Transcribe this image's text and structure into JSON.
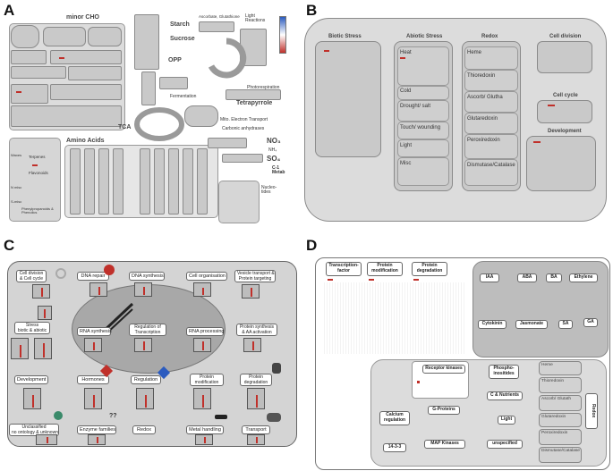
{
  "panels": {
    "a": "A",
    "b": "B",
    "c": "C",
    "d": "D"
  },
  "panel_a": {
    "labels": {
      "minor_cho": "minor CHO",
      "starch": "Starch",
      "sucrose": "Sucrose",
      "ascorbate": "Ascorbate, Glutathione",
      "light_reactions": "Light\nReactions",
      "opp": "OPP",
      "photorespiration": "Photorespiration",
      "fermentation": "Fermentation",
      "tetrapyrrole": "Tetrapyrrole",
      "tca": "TCA",
      "mito": "Mito. Electron Transport",
      "carbonic": "Carbonic anhydrases",
      "amino_acids": "Amino Acids",
      "no3": "NO₃",
      "nh4": "NH₄",
      "so4": "SO₄",
      "c1": "C-1\nMetab",
      "nucleotides": "Nucleo-\ntides",
      "waxes": "Waxes",
      "terpenes": "Terpenes",
      "flavonoids": "Flavonoids",
      "n_misc": "N misc",
      "s_misc": "S-misc",
      "phenylprop": "Phenylpropanoids &\nPhenolics"
    }
  },
  "panel_b": {
    "groups": {
      "biotic": "Biotic Stress",
      "abiotic": "Abiotic Stress",
      "redox": "Redox",
      "cell_division": "Cell division",
      "cell_cycle": "Cell cycle",
      "development": "Development"
    },
    "abiotic_items": [
      "Heat",
      "Cold",
      "Drought/ salt",
      "Touch/ wounding",
      "Light",
      "Misc"
    ],
    "redox_items": [
      "Heme",
      "Thioredoxin",
      "Ascorb/ Glutha",
      "Glutaredoxin",
      "Peroxiredoxin",
      "Dismutase/Catalase"
    ]
  },
  "panel_c": {
    "labels": {
      "cell_division": "Cell division\n& Cell cycle",
      "dna_repair": "DNA repair",
      "dna_synthesis": "DNA synthesis",
      "cell_org": "Cell organisation",
      "vesicle": "Vesicle transport &\nProtein targeting",
      "stress": "Stress\nbiotic & abiotic",
      "rna_synth": "RNA synthesis",
      "reg_transcription": "Regulation of\nTranscription",
      "rna_processing": "RNA processing",
      "protein_synth": "Protein synthesis\n& AA activation",
      "development": "Development",
      "hormones": "Hormones",
      "regulation": "Regulation",
      "protein_mod": "Protein\nmodification",
      "protein_deg": "Protein\ndegradation",
      "unclassified": "Unclassified\nno ontology & unknown",
      "enzyme": "Enzyme families",
      "redox": "Redox",
      "metal": "Metal handling",
      "transport": "Transport",
      "question": "??"
    }
  },
  "panel_d": {
    "labels": {
      "tf": "Transcription-\nfactor",
      "protein_mod": "Protein\nmodification",
      "protein_deg": "Protein\ndegradation",
      "iaa": "IAA",
      "aba": "ABA",
      "ba": "BA",
      "ethylene": "Ethylene",
      "cytokinin": "Cytokinin",
      "jasmonate": "Jasmonate",
      "sa": "SA",
      "ga": "GA",
      "receptor": "Receptor kinases",
      "phospho": "Phospho-\ninositides",
      "gproteins": "G-Proteins",
      "c_nutrients": "C & Nutrients",
      "calcium": "Calcium\nregulation",
      "light": "Light",
      "mapk": "MAP Kinases",
      "unspecified": "unspecified",
      "p1433": "14-3-3",
      "redox": "Redox"
    },
    "redox_items": [
      "Heme",
      "Thioredoxin",
      "Ascorb/ Glutath",
      "Glutaredoxin",
      "Peroxiredoxin",
      "Dismutase/Catalase"
    ]
  },
  "colors": {
    "panel_gray": "#c9c9c9",
    "heat_red": "#c0302a",
    "legend_blue": "#2b5bbf"
  }
}
